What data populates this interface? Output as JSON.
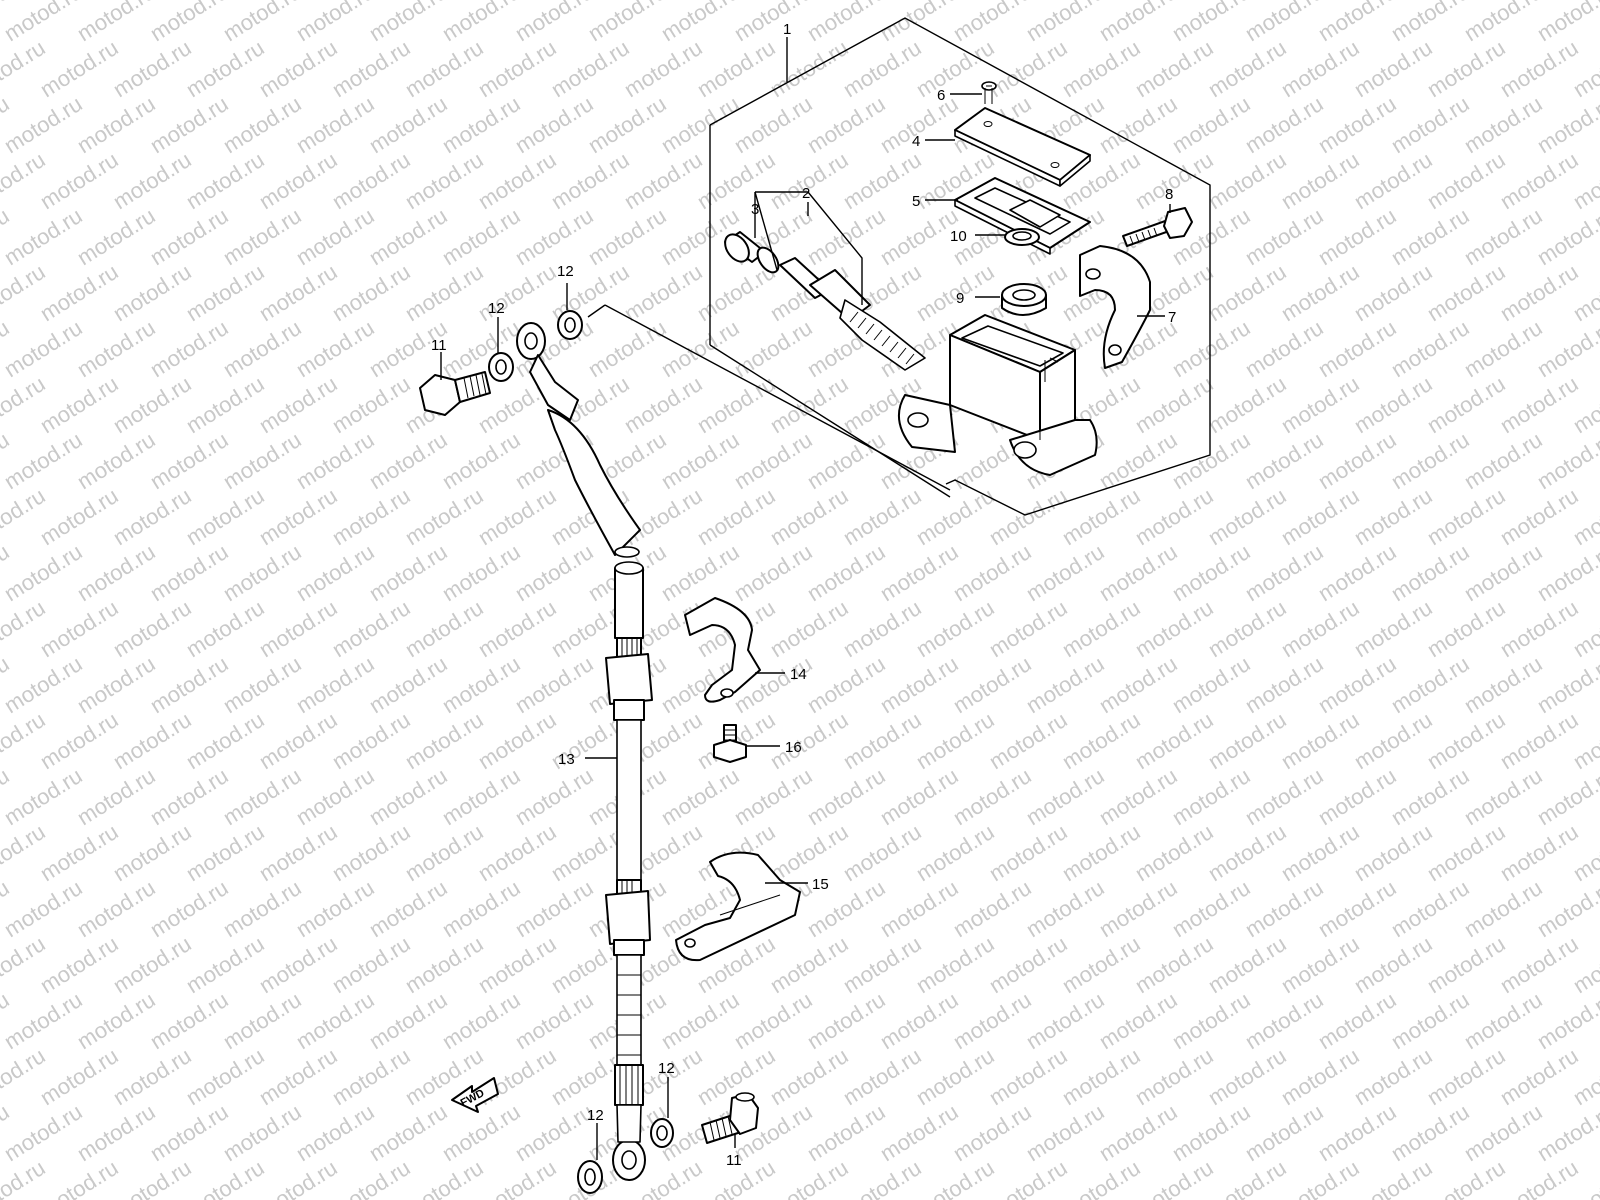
{
  "watermark": "motod.ru",
  "fwd_label": "FWD",
  "callouts": {
    "c1": "1",
    "c2": "2",
    "c3": "3",
    "c4": "4",
    "c5": "5",
    "c6": "6",
    "c7": "7",
    "c8": "8",
    "c9": "9",
    "c10": "10",
    "c11a": "11",
    "c11b": "11",
    "c12a": "12",
    "c12b": "12",
    "c12c": "12",
    "c12d": "12",
    "c13": "13",
    "c14": "14",
    "c15": "15",
    "c16": "16"
  }
}
